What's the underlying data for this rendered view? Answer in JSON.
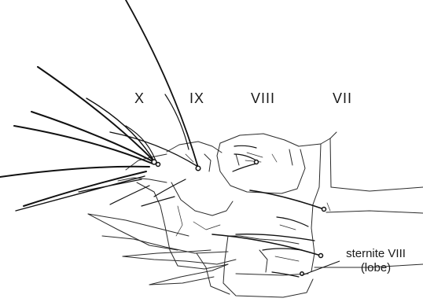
{
  "figure": {
    "segment_labels": [
      "X",
      "IX",
      "VIII",
      "VII"
    ],
    "callout": {
      "line1": "sternite VIII",
      "line2": "(lobe)"
    },
    "line_color": "#1a1a1a"
  }
}
